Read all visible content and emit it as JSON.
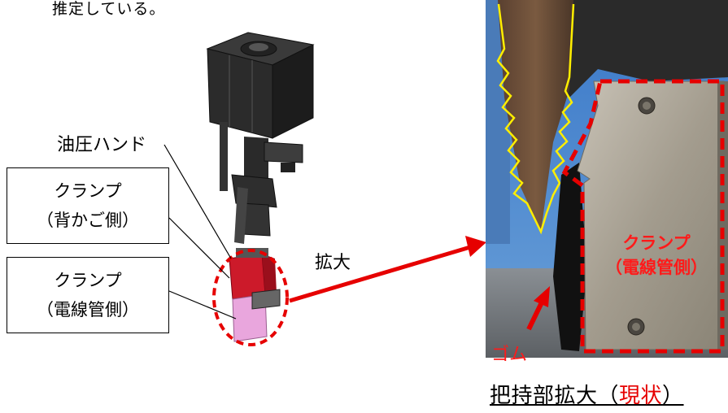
{
  "top_text": "推定している。",
  "labels": {
    "hydraulic_hand": "油圧ハンド",
    "clamp_back": {
      "line1": "クランプ",
      "line2": "（背かご側）"
    },
    "clamp_wire": {
      "line1": "クランプ",
      "line2": "（電線管側）"
    },
    "zoom": "拡大"
  },
  "photo": {
    "clamp_line1": "クランプ",
    "clamp_line2": "（電線管側）",
    "rubber": "ゴム"
  },
  "caption": {
    "prefix": "把持部拡大（",
    "status": "現状",
    "suffix": "）"
  },
  "colors": {
    "accent": "#e60000",
    "outline_yellow": "#ffee00",
    "clamp_part": "#cc1a2a",
    "pink_part": "#e9a6dd"
  }
}
